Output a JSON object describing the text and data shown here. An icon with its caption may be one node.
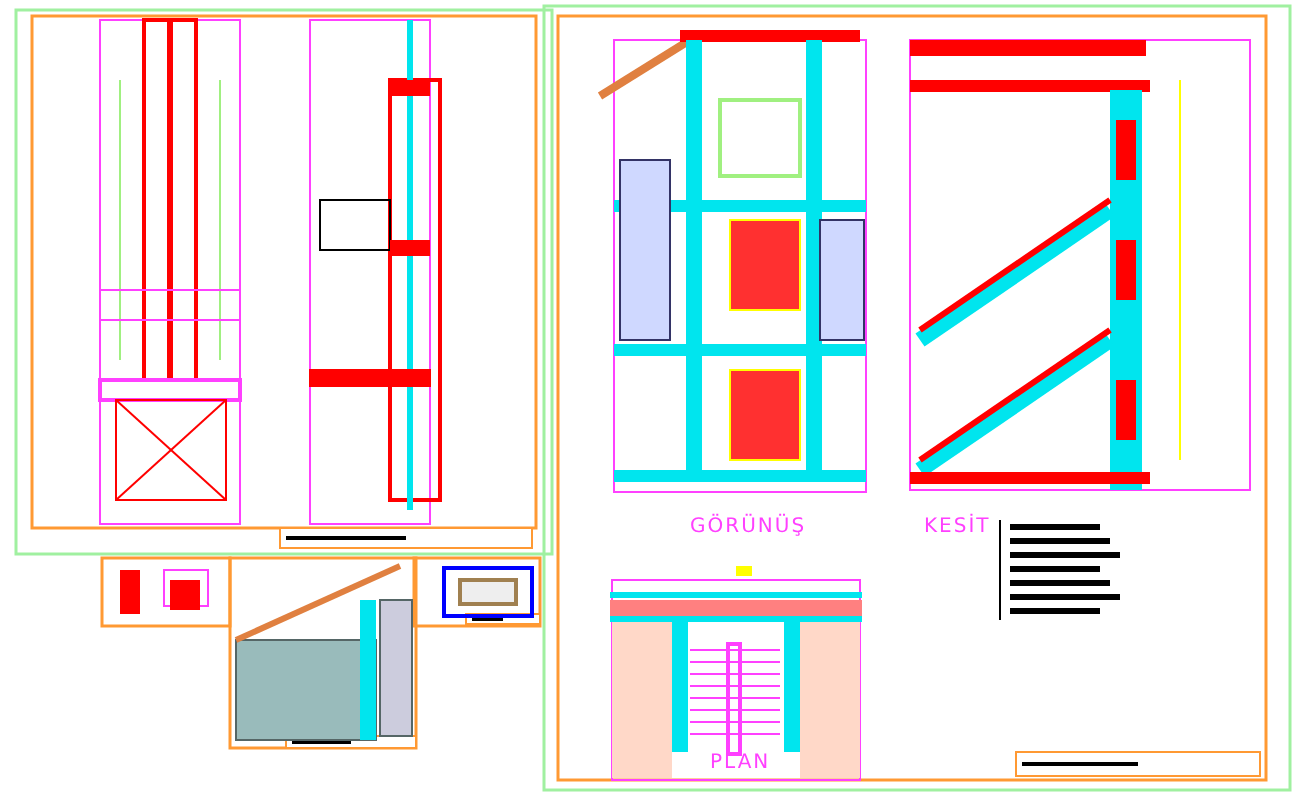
{
  "diagram": {
    "labels": [
      "GÖRÜNÜŞ",
      "KESİT",
      "PLAN"
    ]
  }
}
